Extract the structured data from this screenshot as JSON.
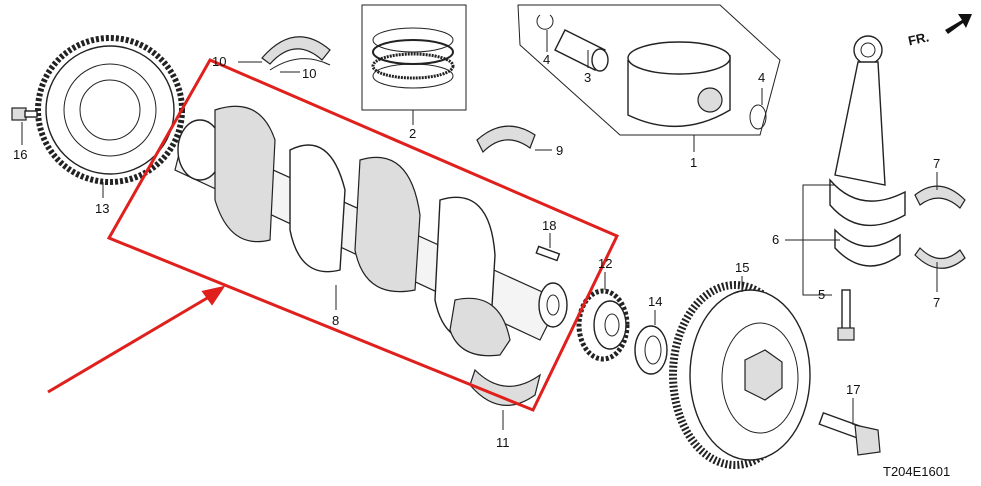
{
  "diagram": {
    "code": "T204E1601",
    "front_marker": "FR.",
    "highlight_color": "#e0201c",
    "callouts": {
      "c10a": "10",
      "c10b": "10",
      "c2": "2",
      "c4a": "4",
      "c3": "3",
      "c4b": "4",
      "c1": "1",
      "c16": "16",
      "c13": "13",
      "c9": "9",
      "c18": "18",
      "c8": "8",
      "c12": "12",
      "c14": "14",
      "c15": "15",
      "c7a": "7",
      "c6": "6",
      "c7b": "7",
      "c5": "5",
      "c17": "17",
      "c11": "11"
    }
  }
}
